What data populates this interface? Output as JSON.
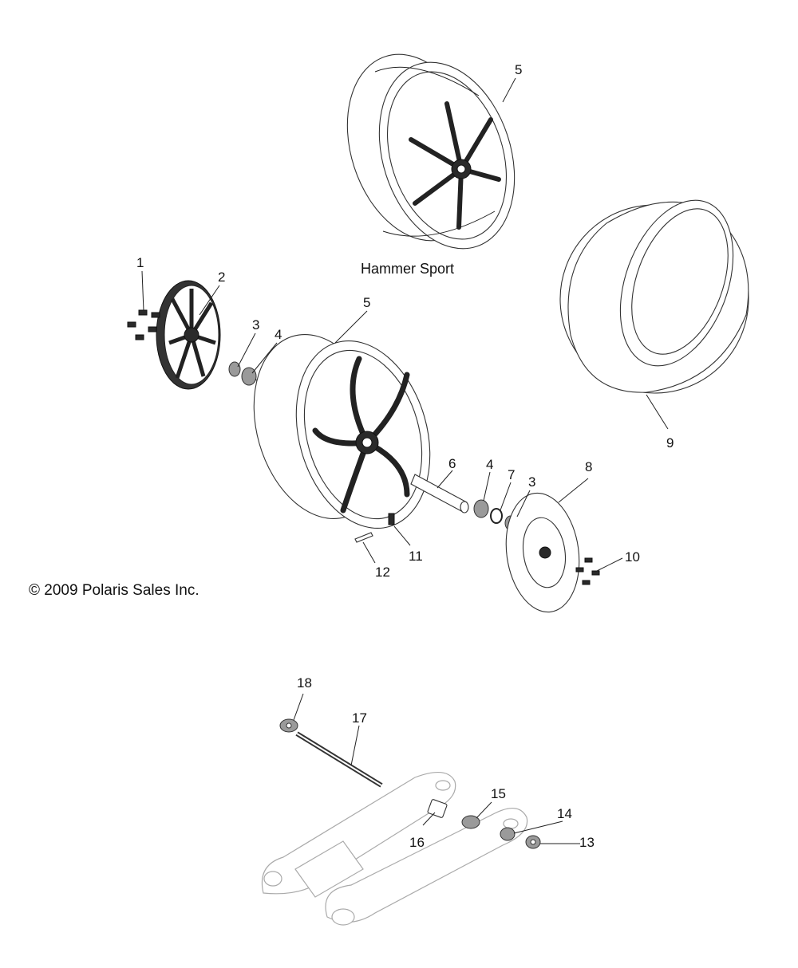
{
  "diagram": {
    "caption": "Hammer Sport",
    "copyright": "© 2009 Polaris Sales Inc.",
    "callouts": [
      "1",
      "2",
      "3",
      "4",
      "5",
      "5",
      "6",
      "4",
      "7",
      "3",
      "8",
      "9",
      "10",
      "11",
      "12",
      "13",
      "14",
      "15",
      "16",
      "17",
      "18"
    ]
  }
}
